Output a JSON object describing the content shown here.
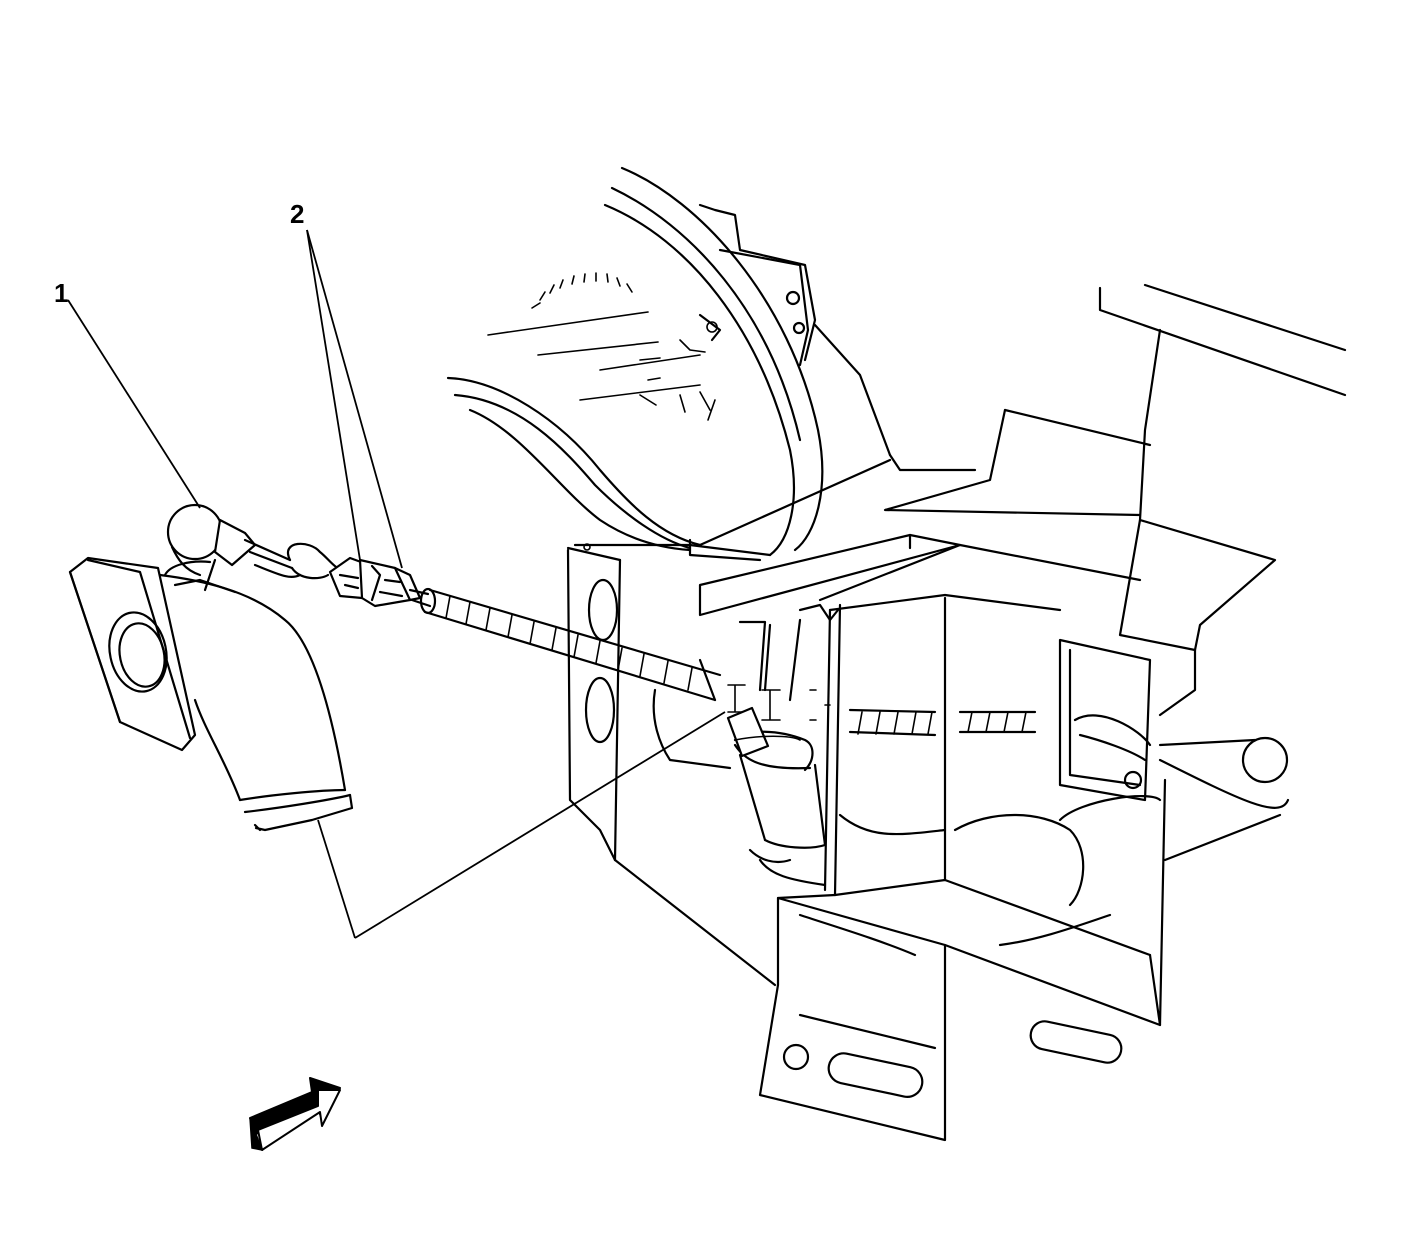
{
  "diagram": {
    "callouts": [
      {
        "id": "1",
        "label": "1"
      },
      {
        "id": "2",
        "label": "2"
      }
    ],
    "colors": {
      "stroke": "#000000",
      "background": "#ffffff"
    },
    "icons": {
      "view_direction": "view-direction-arrow-icon"
    }
  }
}
